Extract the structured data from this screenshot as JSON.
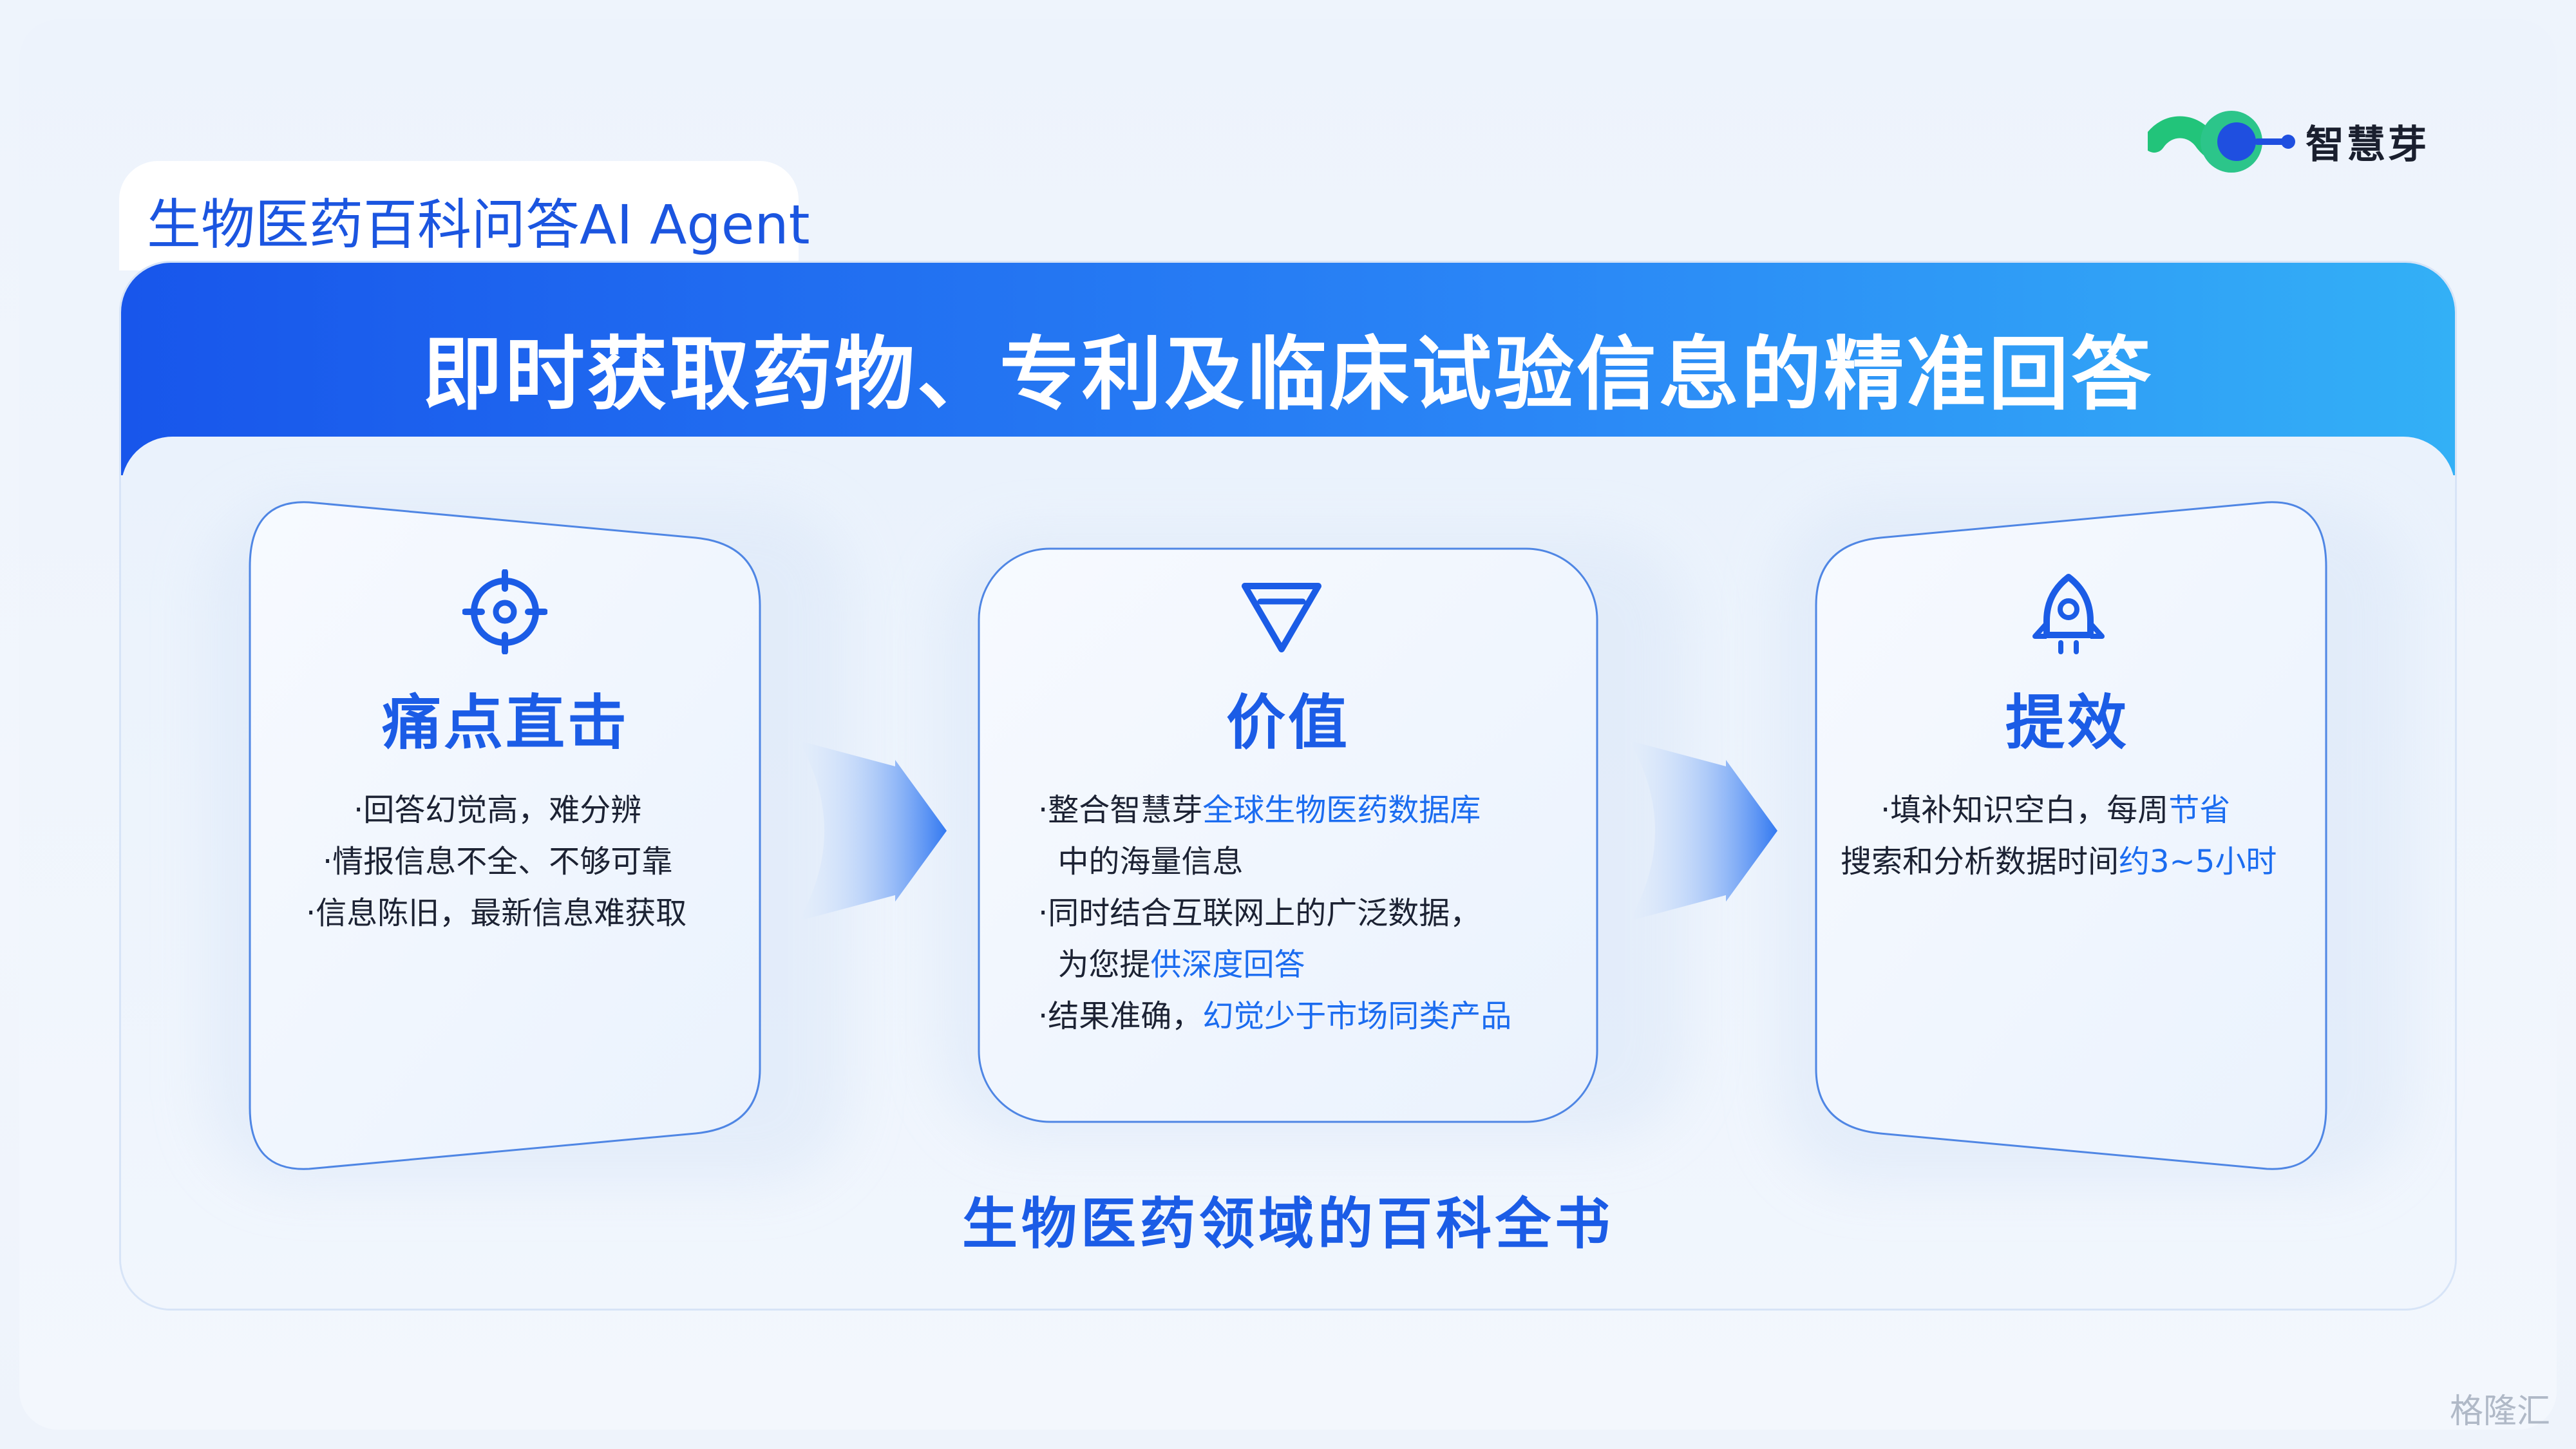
{
  "brand": {
    "name": "智慧芽"
  },
  "tab": {
    "label": "生物医药百科问答AI Agent"
  },
  "headline": "即时获取药物、专利及临床试验信息的精准回答",
  "cards": [
    {
      "title": "痛点直击",
      "icon": "target-icon",
      "lines": [
        {
          "plain": "·回答幻觉高，难分辨",
          "highlight": ""
        },
        {
          "plain": "·情报信息不全、不够可靠",
          "highlight": ""
        },
        {
          "plain": "·信息陈旧，最新信息难获取",
          "highlight": ""
        }
      ]
    },
    {
      "title": "价值",
      "icon": "diamond-icon",
      "lines": [
        {
          "plain": "·整合智慧芽",
          "highlight": "全球生物医药数据库"
        },
        {
          "plain": "  中的海量信息",
          "highlight": ""
        },
        {
          "plain": "·同时结合互联网上的广泛数据，",
          "highlight": ""
        },
        {
          "plain": "  为您提",
          "highlight": "供深度回答"
        },
        {
          "plain": "·结果准确，",
          "highlight": "幻觉少于市场同类产品"
        }
      ]
    },
    {
      "title": "提效",
      "icon": "rocket-icon",
      "lines": [
        {
          "plain": "·填补知识空白，每周",
          "highlight": "节省"
        },
        {
          "plain": "搜索和分析数据时间",
          "highlight": "约3~5小时"
        }
      ]
    }
  ],
  "footer": "生物医药领域的百科全书",
  "watermark": "格隆汇",
  "colors": {
    "accent": "#1b5ce6",
    "highlight": "#1b6cf0",
    "header_start": "#1856eb",
    "header_end": "#33b0f6"
  }
}
